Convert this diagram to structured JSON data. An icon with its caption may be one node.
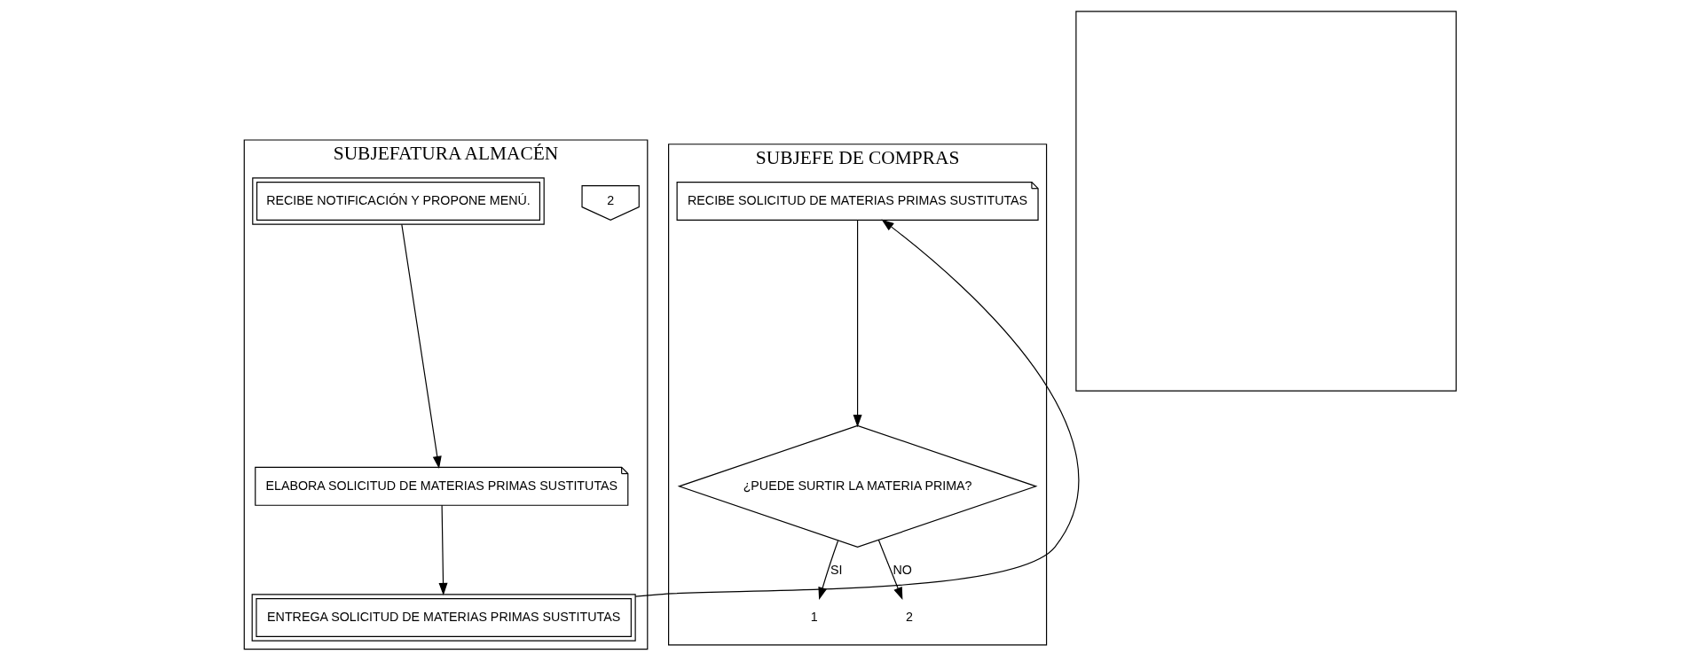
{
  "diagram": {
    "nodes": [
      {
        "text": [
          "SUBJEFATURA ALMACÉN"
        ]
      },
      {
        "text": [
          "SUBJEFE DE COMPRAS"
        ]
      },
      {
        "text": [],
        "shape": "box"
      },
      {
        "text": [
          "2"
        ],
        "in": 0
      },
      {
        "text": [
          "RECIBE NOTIFICACIÓN Y PROPONE MENÚ."
        ],
        "in": 0
      },
      {
        "text": [
          "ELABORA SOLICITUD DE MATERIAS PRIMAS SUSTITUTAS"
        ],
        "in": 0
      },
      {
        "text": [
          "ENTREGA SOLICITUD DE MATERIAS PRIMAS SUSTITUTAS"
        ],
        "in": 0
      },
      {
        "text": [
          "RECIBE SOLICITUD DE MATERIAS PRIMAS SUSTITUTAS"
        ],
        "in": 1
      },
      {
        "text": [
          "¿PUEDE SURTIR LA MATERIA PRIMA?"
        ],
        "in": 1
      },
      {
        "text": [
          "1"
        ],
        "in": 1
      },
      {
        "text": [
          "2"
        ],
        "in": 1
      }
    ],
    "edges": [
      {
        "from": 4,
        "to": 5,
        "arrow": "to"
      },
      {
        "from": 5,
        "to": 6,
        "arrow": "to"
      },
      {
        "from": 6,
        "to": 7,
        "arrow": "to"
      },
      {
        "from": 7,
        "to": 8,
        "arrow": "to"
      },
      {
        "from": 8,
        "to": 9,
        "arrow": "to",
        "label": "SI"
      },
      {
        "from": 8,
        "to": 10,
        "arrow": "to",
        "label": "NO"
      }
    ]
  }
}
